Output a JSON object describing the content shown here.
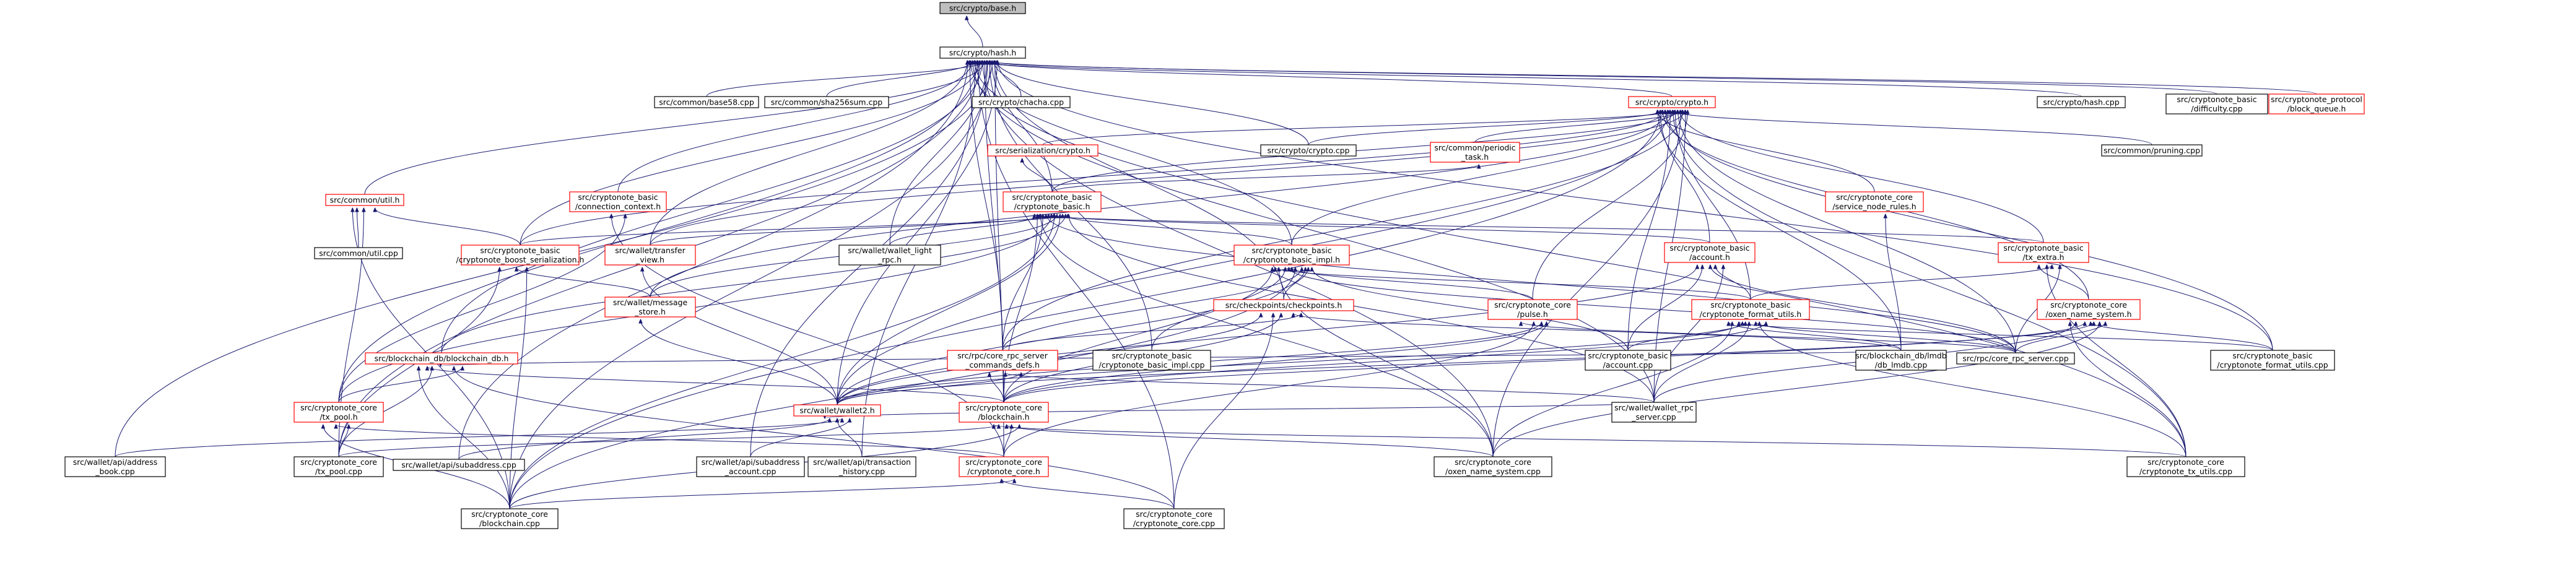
{
  "colors": {
    "edge": "#191970",
    "border_plain": "#000000",
    "border_linked": "#ff0000",
    "root_fill": "#bfbfbf",
    "node_fill": "#ffffff"
  },
  "nodes": [
    {
      "id": "base",
      "lines": [
        "src/crypto/base.h"
      ],
      "style": "root"
    },
    {
      "id": "hash",
      "lines": [
        "src/crypto/hash.h"
      ],
      "style": "plain"
    },
    {
      "id": "base58",
      "lines": [
        "src/common/base58.cpp"
      ],
      "style": "plain"
    },
    {
      "id": "sha256",
      "lines": [
        "src/common/sha256sum.cpp"
      ],
      "style": "plain"
    },
    {
      "id": "chacha",
      "lines": [
        "src/crypto/chacha.cpp"
      ],
      "style": "plain"
    },
    {
      "id": "cryptoh",
      "lines": [
        "src/crypto/crypto.h"
      ],
      "style": "linked"
    },
    {
      "id": "hashcpp",
      "lines": [
        "src/crypto/hash.cpp"
      ],
      "style": "plain"
    },
    {
      "id": "difficulty",
      "lines": [
        "src/cryptonote_basic",
        "/difficulty.cpp"
      ],
      "style": "plain"
    },
    {
      "id": "blockqueue",
      "lines": [
        "src/cryptonote_protocol",
        "/block_queue.h"
      ],
      "style": "linked"
    },
    {
      "id": "sercrypto",
      "lines": [
        "src/serialization/crypto.h"
      ],
      "style": "linked"
    },
    {
      "id": "cryptocpp",
      "lines": [
        "src/crypto/crypto.cpp"
      ],
      "style": "plain"
    },
    {
      "id": "periodic",
      "lines": [
        "src/common/periodic",
        "_task.h"
      ],
      "style": "linked"
    },
    {
      "id": "pruning",
      "lines": [
        "src/common/pruning.cpp"
      ],
      "style": "plain"
    },
    {
      "id": "utilh",
      "lines": [
        "src/common/util.h"
      ],
      "style": "linked"
    },
    {
      "id": "connctx",
      "lines": [
        "src/cryptonote_basic",
        "/connection_context.h"
      ],
      "style": "linked"
    },
    {
      "id": "cbasic",
      "lines": [
        "src/cryptonote_basic",
        "/cryptonote_basic.h"
      ],
      "style": "linked"
    },
    {
      "id": "snrules",
      "lines": [
        "src/cryptonote_core",
        "/service_node_rules.h"
      ],
      "style": "linked"
    },
    {
      "id": "utilcpp",
      "lines": [
        "src/common/util.cpp"
      ],
      "style": "plain"
    },
    {
      "id": "boostser",
      "lines": [
        "src/cryptonote_basic",
        "/cryptonote_boost_serialization.h"
      ],
      "style": "linked"
    },
    {
      "id": "transferview",
      "lines": [
        "src/wallet/transfer",
        "_view.h"
      ],
      "style": "linked"
    },
    {
      "id": "walletlight",
      "lines": [
        "src/wallet/wallet_light",
        "_rpc.h"
      ],
      "style": "plain"
    },
    {
      "id": "cbimpl",
      "lines": [
        "src/cryptonote_basic",
        "/cryptonote_basic_impl.h"
      ],
      "style": "linked"
    },
    {
      "id": "accounth",
      "lines": [
        "src/cryptonote_basic",
        "/account.h"
      ],
      "style": "linked"
    },
    {
      "id": "txextra",
      "lines": [
        "src/cryptonote_basic",
        "/tx_extra.h"
      ],
      "style": "linked"
    },
    {
      "id": "msgstore",
      "lines": [
        "src/wallet/message",
        "_store.h"
      ],
      "style": "linked"
    },
    {
      "id": "checkpoints",
      "lines": [
        "src/checkpoints/checkpoints.h"
      ],
      "style": "linked"
    },
    {
      "id": "pulse",
      "lines": [
        "src/cryptonote_core",
        "/pulse.h"
      ],
      "style": "linked"
    },
    {
      "id": "formatutils",
      "lines": [
        "src/cryptonote_basic",
        "/cryptonote_format_utils.h"
      ],
      "style": "linked"
    },
    {
      "id": "onsystem",
      "lines": [
        "src/cryptonote_core",
        "/oxen_name_system.h"
      ],
      "style": "linked"
    },
    {
      "id": "blockchaindb",
      "lines": [
        "src/blockchain_db/blockchain_db.h"
      ],
      "style": "linked"
    },
    {
      "id": "cmddefs",
      "lines": [
        "src/rpc/core_rpc_server",
        "_commands_defs.h"
      ],
      "style": "linked"
    },
    {
      "id": "cbimplcpp",
      "lines": [
        "src/cryptonote_basic",
        "/cryptonote_basic_impl.cpp"
      ],
      "style": "plain"
    },
    {
      "id": "accountcpp",
      "lines": [
        "src/cryptonote_basic",
        "/account.cpp"
      ],
      "style": "plain"
    },
    {
      "id": "lmdb",
      "lines": [
        "src/blockchain_db/lmdb",
        "/db_lmdb.cpp"
      ],
      "style": "plain"
    },
    {
      "id": "rpcserver",
      "lines": [
        "src/rpc/core_rpc_server.cpp"
      ],
      "style": "plain"
    },
    {
      "id": "fmtutilscpp",
      "lines": [
        "src/cryptonote_basic",
        "/cryptonote_format_utils.cpp"
      ],
      "style": "plain"
    },
    {
      "id": "txpoolh",
      "lines": [
        "src/cryptonote_core",
        "/tx_pool.h"
      ],
      "style": "linked"
    },
    {
      "id": "wallet2",
      "lines": [
        "src/wallet/wallet2.h"
      ],
      "style": "linked"
    },
    {
      "id": "blockchainh",
      "lines": [
        "src/cryptonote_core",
        "/blockchain.h"
      ],
      "style": "linked"
    },
    {
      "id": "walletrpc",
      "lines": [
        "src/wallet/wallet_rpc",
        "_server.cpp"
      ],
      "style": "plain"
    },
    {
      "id": "addrbook",
      "lines": [
        "src/wallet/api/address",
        "_book.cpp"
      ],
      "style": "plain"
    },
    {
      "id": "txpoolcpp",
      "lines": [
        "src/cryptonote_core",
        "/tx_pool.cpp"
      ],
      "style": "plain"
    },
    {
      "id": "subaddr",
      "lines": [
        "src/wallet/api/subaddress.cpp"
      ],
      "style": "plain"
    },
    {
      "id": "subaddracc",
      "lines": [
        "src/wallet/api/subaddress",
        "_account.cpp"
      ],
      "style": "plain"
    },
    {
      "id": "txhistory",
      "lines": [
        "src/wallet/api/transaction",
        "_history.cpp"
      ],
      "style": "plain"
    },
    {
      "id": "ccoreh",
      "lines": [
        "src/cryptonote_core",
        "/cryptonote_core.h"
      ],
      "style": "linked"
    },
    {
      "id": "onsystemcpp",
      "lines": [
        "src/cryptonote_core",
        "/oxen_name_system.cpp"
      ],
      "style": "plain"
    },
    {
      "id": "txutils",
      "lines": [
        "src/cryptonote_core",
        "/cryptonote_tx_utils.cpp"
      ],
      "style": "plain"
    },
    {
      "id": "blockchaincpp",
      "lines": [
        "src/cryptonote_core",
        "/blockchain.cpp"
      ],
      "style": "plain"
    },
    {
      "id": "ccorecpp",
      "lines": [
        "src/cryptonote_core",
        "/cryptonote_core.cpp"
      ],
      "style": "plain"
    }
  ],
  "edges": [
    [
      "hash",
      "base"
    ],
    [
      "base58",
      "hash"
    ],
    [
      "sha256",
      "hash"
    ],
    [
      "chacha",
      "hash"
    ],
    [
      "cryptoh",
      "hash"
    ],
    [
      "hashcpp",
      "hash"
    ],
    [
      "difficulty",
      "hash"
    ],
    [
      "blockqueue",
      "hash"
    ],
    [
      "cryptocpp",
      "hash"
    ],
    [
      "utilh",
      "hash"
    ],
    [
      "connctx",
      "hash"
    ],
    [
      "cbasic",
      "hash"
    ],
    [
      "boostser",
      "hash"
    ],
    [
      "transferview",
      "hash"
    ],
    [
      "walletlight",
      "hash"
    ],
    [
      "cbimpl",
      "hash"
    ],
    [
      "checkpoints",
      "hash"
    ],
    [
      "blockchaindb",
      "hash"
    ],
    [
      "cmddefs",
      "hash"
    ],
    [
      "cbimplcpp",
      "hash"
    ],
    [
      "txpoolh",
      "hash"
    ],
    [
      "wallet2",
      "hash"
    ],
    [
      "blockchainh",
      "hash"
    ],
    [
      "walletrpc",
      "hash"
    ],
    [
      "addrbook",
      "hash"
    ],
    [
      "txpoolcpp",
      "hash"
    ],
    [
      "subaddr",
      "hash"
    ],
    [
      "subaddracc",
      "hash"
    ],
    [
      "txhistory",
      "hash"
    ],
    [
      "ccoreh",
      "hash"
    ],
    [
      "onsystemcpp",
      "hash"
    ],
    [
      "txutils",
      "hash"
    ],
    [
      "blockchaincpp",
      "hash"
    ],
    [
      "ccorecpp",
      "hash"
    ],
    [
      "fmtutilscpp",
      "hash"
    ],
    [
      "sercrypto",
      "cryptoh"
    ],
    [
      "cryptocpp",
      "cryptoh"
    ],
    [
      "periodic",
      "cryptoh"
    ],
    [
      "pruning",
      "cryptoh"
    ],
    [
      "snrules",
      "cryptoh"
    ],
    [
      "cbasic",
      "cryptoh"
    ],
    [
      "boostser",
      "cryptoh"
    ],
    [
      "transferview",
      "cryptoh"
    ],
    [
      "cbimpl",
      "cryptoh"
    ],
    [
      "accounth",
      "cryptoh"
    ],
    [
      "txextra",
      "cryptoh"
    ],
    [
      "msgstore",
      "cryptoh"
    ],
    [
      "pulse",
      "cryptoh"
    ],
    [
      "formatutils",
      "cryptoh"
    ],
    [
      "onsystem",
      "cryptoh"
    ],
    [
      "cmddefs",
      "cryptoh"
    ],
    [
      "accountcpp",
      "cryptoh"
    ],
    [
      "lmdb",
      "cryptoh"
    ],
    [
      "rpcserver",
      "cryptoh"
    ],
    [
      "fmtutilscpp",
      "cryptoh"
    ],
    [
      "walletrpc",
      "cryptoh"
    ],
    [
      "txutils",
      "cryptoh"
    ],
    [
      "blockchaincpp",
      "cryptoh"
    ],
    [
      "onsystemcpp",
      "cryptoh"
    ],
    [
      "wallet2",
      "cryptoh"
    ],
    [
      "cbasic",
      "sercrypto"
    ],
    [
      "cbasic",
      "periodic"
    ],
    [
      "utilcpp",
      "utilh"
    ],
    [
      "boostser",
      "utilh"
    ],
    [
      "txpoolcpp",
      "utilh"
    ],
    [
      "blockchaincpp",
      "utilh"
    ],
    [
      "txpoolh",
      "connctx"
    ],
    [
      "ccoreh",
      "connctx"
    ],
    [
      "boostser",
      "cbasic"
    ],
    [
      "transferview",
      "cbasic"
    ],
    [
      "walletlight",
      "cbasic"
    ],
    [
      "cbimpl",
      "cbasic"
    ],
    [
      "accounth",
      "cbasic"
    ],
    [
      "txextra",
      "cbasic"
    ],
    [
      "msgstore",
      "cbasic"
    ],
    [
      "cmddefs",
      "cbasic"
    ],
    [
      "blockchaindb",
      "cbasic"
    ],
    [
      "txpoolh",
      "cbasic"
    ],
    [
      "blockchainh",
      "cbasic"
    ],
    [
      "wallet2",
      "cbasic"
    ],
    [
      "rpcserver",
      "cbasic"
    ],
    [
      "walletrpc",
      "cbasic"
    ],
    [
      "blockchaincpp",
      "cbasic"
    ],
    [
      "onsystemcpp",
      "cbasic"
    ],
    [
      "lmdb",
      "snrules"
    ],
    [
      "msgstore",
      "boostser"
    ],
    [
      "txpoolcpp",
      "boostser"
    ],
    [
      "blockchaincpp",
      "boostser"
    ],
    [
      "wallet2",
      "transferview"
    ],
    [
      "checkpoints",
      "cbimpl"
    ],
    [
      "pulse",
      "cbimpl"
    ],
    [
      "formatutils",
      "cbimpl"
    ],
    [
      "cmddefs",
      "cbimpl"
    ],
    [
      "cbimplcpp",
      "cbimpl"
    ],
    [
      "accountcpp",
      "cbimpl"
    ],
    [
      "blockchaincpp",
      "cbimpl"
    ],
    [
      "onsystemcpp",
      "cbimpl"
    ],
    [
      "wallet2",
      "cbimpl"
    ],
    [
      "rpcserver",
      "cbimpl"
    ],
    [
      "blockchainh",
      "cbimpl"
    ],
    [
      "formatutils",
      "accounth"
    ],
    [
      "accountcpp",
      "accounth"
    ],
    [
      "walletrpc",
      "accounth"
    ],
    [
      "rpcserver",
      "accounth"
    ],
    [
      "wallet2",
      "accounth"
    ],
    [
      "formatutils",
      "txextra"
    ],
    [
      "onsystem",
      "txextra"
    ],
    [
      "rpcserver",
      "txextra"
    ],
    [
      "txutils",
      "txextra"
    ],
    [
      "wallet2",
      "msgstore"
    ],
    [
      "cmddefs",
      "checkpoints"
    ],
    [
      "blockchainh",
      "checkpoints"
    ],
    [
      "wallet2",
      "checkpoints"
    ],
    [
      "lmdb",
      "checkpoints"
    ],
    [
      "ccorecpp",
      "checkpoints"
    ],
    [
      "blockchainh",
      "pulse"
    ],
    [
      "ccoreh",
      "pulse"
    ],
    [
      "rpcserver",
      "pulse"
    ],
    [
      "wallet2",
      "pulse"
    ],
    [
      "accountcpp",
      "formatutils"
    ],
    [
      "lmdb",
      "formatutils"
    ],
    [
      "rpcserver",
      "formatutils"
    ],
    [
      "fmtutilscpp",
      "formatutils"
    ],
    [
      "blockchainh",
      "formatutils"
    ],
    [
      "walletrpc",
      "formatutils"
    ],
    [
      "onsystemcpp",
      "formatutils"
    ],
    [
      "txutils",
      "formatutils"
    ],
    [
      "wallet2",
      "formatutils"
    ],
    [
      "rpcserver",
      "onsystem"
    ],
    [
      "fmtutilscpp",
      "onsystem"
    ],
    [
      "walletrpc",
      "onsystem"
    ],
    [
      "onsystemcpp",
      "onsystem"
    ],
    [
      "blockchainh",
      "onsystem"
    ],
    [
      "txutils",
      "onsystem"
    ],
    [
      "wallet2",
      "onsystem"
    ],
    [
      "blockchainh",
      "blockchaindb"
    ],
    [
      "txpoolh",
      "blockchaindb"
    ],
    [
      "lmdb",
      "blockchaindb"
    ],
    [
      "blockchaincpp",
      "blockchaindb"
    ],
    [
      "ccorecpp",
      "blockchaindb"
    ],
    [
      "txpoolcpp",
      "blockchaindb"
    ],
    [
      "wallet2",
      "cmddefs"
    ],
    [
      "walletrpc",
      "cmddefs"
    ],
    [
      "blockchainh",
      "cmddefs"
    ],
    [
      "txpoolcpp",
      "txpoolh"
    ],
    [
      "ccoreh",
      "txpoolh"
    ],
    [
      "blockchaincpp",
      "txpoolh"
    ],
    [
      "addrbook",
      "wallet2"
    ],
    [
      "subaddr",
      "wallet2"
    ],
    [
      "subaddracc",
      "wallet2"
    ],
    [
      "txhistory",
      "wallet2"
    ],
    [
      "walletrpc",
      "wallet2"
    ],
    [
      "ccoreh",
      "blockchainh"
    ],
    [
      "txpoolcpp",
      "blockchainh"
    ],
    [
      "blockchaincpp",
      "blockchainh"
    ],
    [
      "onsystemcpp",
      "blockchainh"
    ],
    [
      "txutils",
      "blockchainh"
    ],
    [
      "blockchaincpp",
      "ccoreh"
    ],
    [
      "ccorecpp",
      "ccoreh"
    ]
  ]
}
